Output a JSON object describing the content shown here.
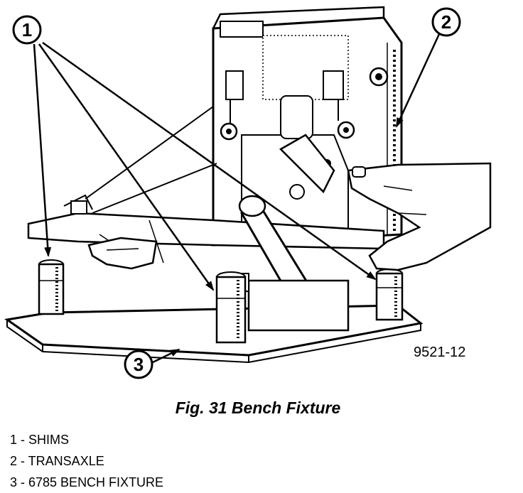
{
  "figure": {
    "id_label": "9521-12",
    "callouts": [
      {
        "number": "1"
      },
      {
        "number": "2"
      },
      {
        "number": "3"
      }
    ]
  },
  "caption": "Fig. 31 Bench Fixture",
  "legend": [
    {
      "text": "1 - SHIMS"
    },
    {
      "text": "2 - TRANSAXLE"
    },
    {
      "text": "3 - 6785 BENCH FIXTURE"
    }
  ],
  "colors": {
    "ink": "#000000",
    "paper": "#ffffff"
  }
}
